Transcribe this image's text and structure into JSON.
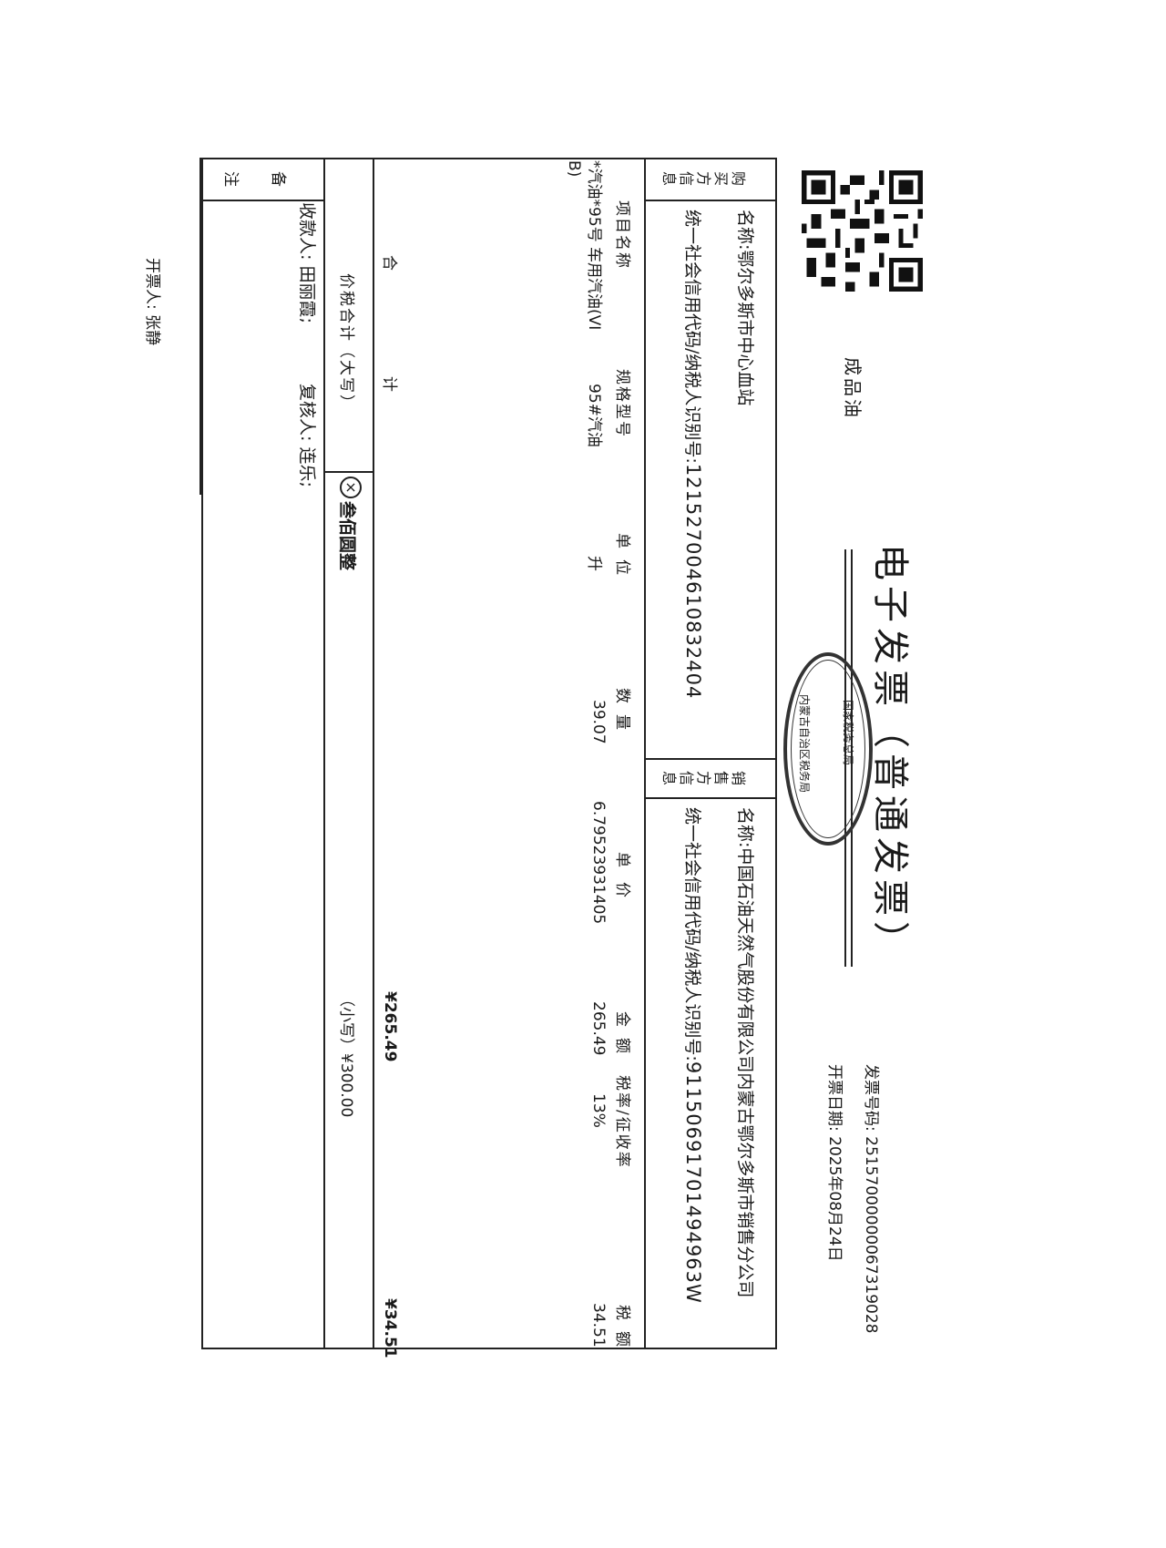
{
  "header": {
    "category": "成品油",
    "title": "电子发票（普通发票）",
    "invoice_number_label": "发票号码:",
    "invoice_number": "25157000000067319028",
    "issue_date_label": "开票日期:",
    "issue_date": "2025年08月24日"
  },
  "stamp": {
    "line1": "国家税务总局",
    "line2": "内蒙古自治区税务局"
  },
  "buyer": {
    "section_label": "购买方信息",
    "name_label": "名称:",
    "name": "鄂尔多斯市中心血站",
    "tax_id_label": "统一社会信用代码/纳税人识别号:",
    "tax_id": "12152700461083240​4"
  },
  "seller": {
    "section_label": "销售方信息",
    "name_label": "名称:",
    "name": "中国石油天然气股份有限公司内蒙古鄂尔多斯市销售分公司",
    "tax_id_label": "统一社会信用代码/纳税人识别号:",
    "tax_id": "91150691701494963W"
  },
  "items": {
    "headers": {
      "name": "项目名称",
      "spec": "规格型号",
      "unit": "单位",
      "quantity": "数量",
      "unit_price": "单价",
      "amount": "金额",
      "tax_rate": "税率/征收率",
      "tax": "税额"
    },
    "rows": [
      {
        "name_line1": "*汽油*95号 车用汽油(VI",
        "name_line2": "B)",
        "spec": "95#汽油",
        "unit": "升",
        "quantity": "39.07",
        "unit_price": "6.7952393​1405",
        "amount": "265.49",
        "tax_rate": "13%",
        "tax": "34.51"
      }
    ]
  },
  "totals": {
    "label_he": "合",
    "label_ji": "计",
    "amount": "¥265.49",
    "tax": "¥34.51",
    "grand_label": "价税合计（大写）",
    "grand_words": "叁佰圆整",
    "grand_small": "（小写）¥300.00"
  },
  "remarks": {
    "label1": "备",
    "label2": "注",
    "payee": "收款人: 田丽霞;",
    "reviewer": "复核人: 连乐;"
  },
  "footer": {
    "issuer": "开票人: 张静"
  }
}
